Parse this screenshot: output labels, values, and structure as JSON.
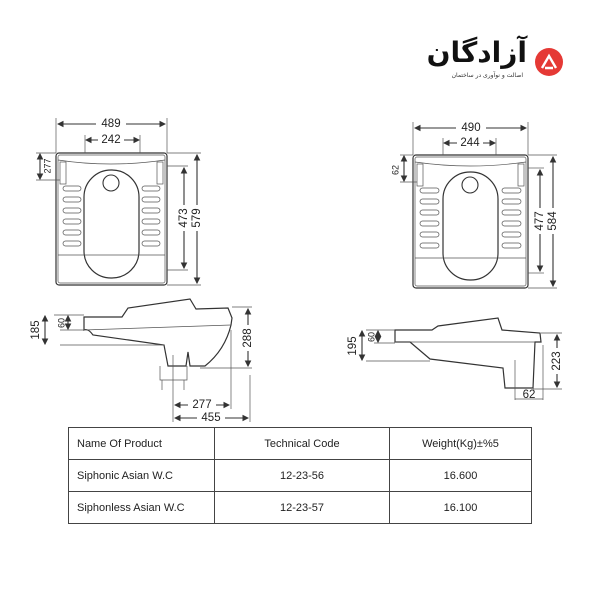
{
  "logo": {
    "brand": "آزادگان",
    "tagline": "اصالت و نوآوری در ساختمان",
    "color": "#e53935"
  },
  "drawings": {
    "siphonic_top": {
      "width": "489",
      "inner_width": "242",
      "top_depth": "277",
      "inner_length": "473",
      "length": "579"
    },
    "siphonless_top": {
      "width": "490",
      "inner_width": "244",
      "top_depth": "62",
      "inner_length": "477",
      "length": "584"
    },
    "siphonic_side": {
      "height": "185",
      "rim": "60",
      "depth": "288",
      "outlet_offset": "277",
      "outlet_to_end": "455"
    },
    "siphonless_side": {
      "height": "195",
      "rim": "60",
      "depth": "223",
      "outlet": "62"
    }
  },
  "table": {
    "headers": [
      "Name Of Product",
      "Technical Code",
      "Weight(Kg)±%5"
    ],
    "rows": [
      [
        "Siphonic  Asian W.C",
        "12-23-56",
        "16.600"
      ],
      [
        "Siphonless  Asian W.C",
        "12-23-57",
        "16.100"
      ]
    ]
  }
}
